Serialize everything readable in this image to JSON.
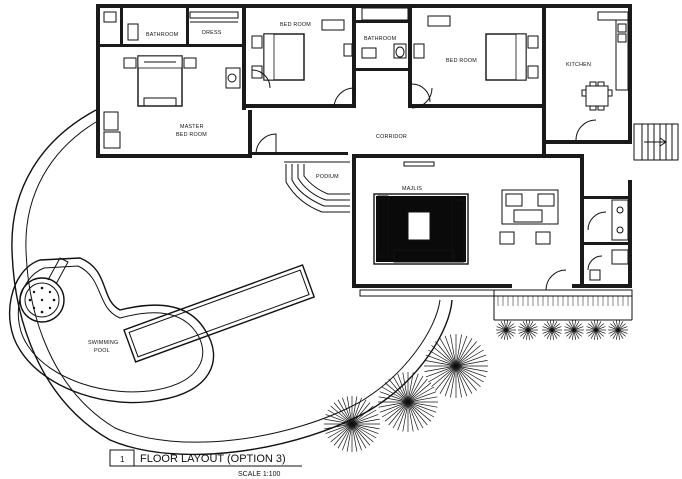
{
  "rooms": {
    "bathroom_1": "BATHROOM",
    "dress": "DRESS",
    "bedroom_1": "BED ROOM",
    "bathroom_2": "BATHROOM",
    "bedroom_2": "BED ROOM",
    "kitchen": "KITCHEN",
    "master_bedroom_line1": "MASTER",
    "master_bedroom_line2": "BED ROOM",
    "corridor": "CORRIDOR",
    "podium": "PODIUM",
    "majlis": "MAJLIS",
    "pool_line1": "SWIMMING",
    "pool_line2": "POOL"
  },
  "title_block": {
    "number": "1",
    "title": "FLOOR LAYOUT (OPTION 3)",
    "scale": "SCALE  1:100"
  }
}
